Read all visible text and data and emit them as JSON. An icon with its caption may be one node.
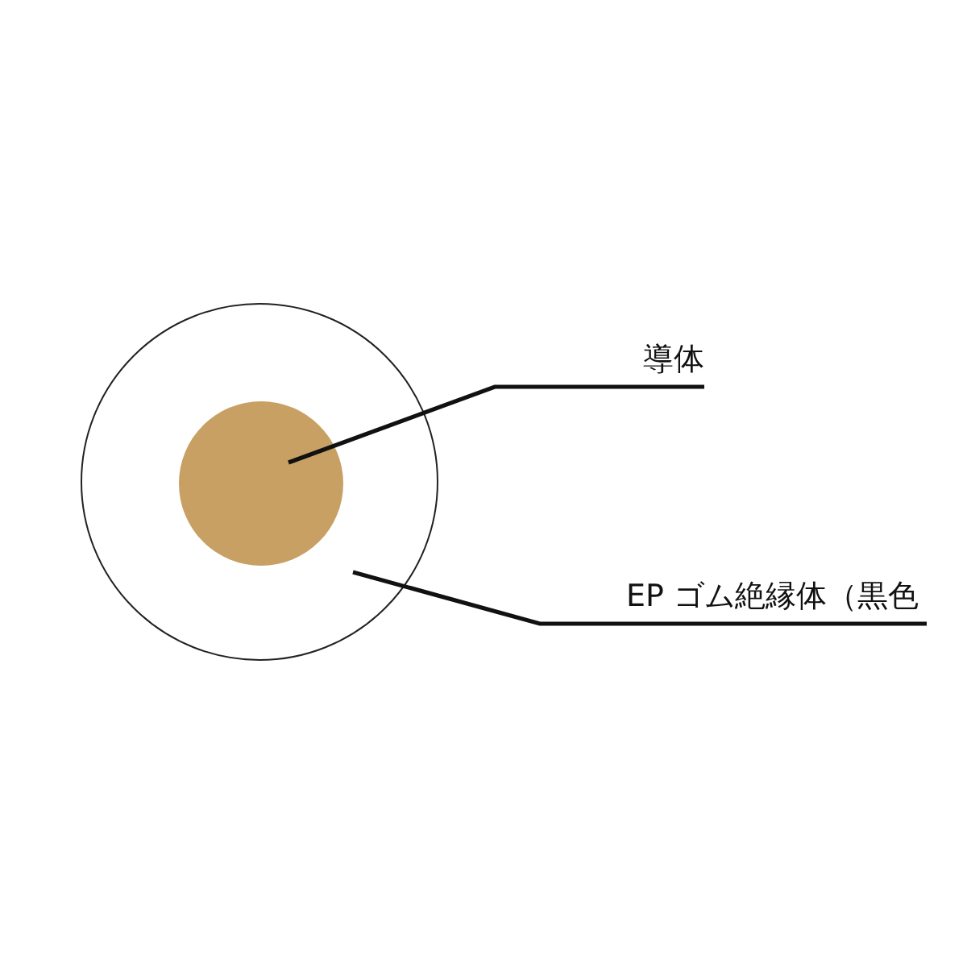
{
  "diagram": {
    "nodes": [
      {
        "text": [],
        "shape": "circle"
      },
      {
        "text": [],
        "shape": "circle",
        "in": 0
      },
      {
        "text": [
          "導体"
        ]
      },
      {
        "text": [
          "EP ゴム絶縁体（黒色"
        ]
      }
    ],
    "edges": [
      {
        "from": 2,
        "to": 1,
        "arrow": "none"
      },
      {
        "from": 3,
        "to": 0,
        "arrow": "none"
      }
    ]
  }
}
